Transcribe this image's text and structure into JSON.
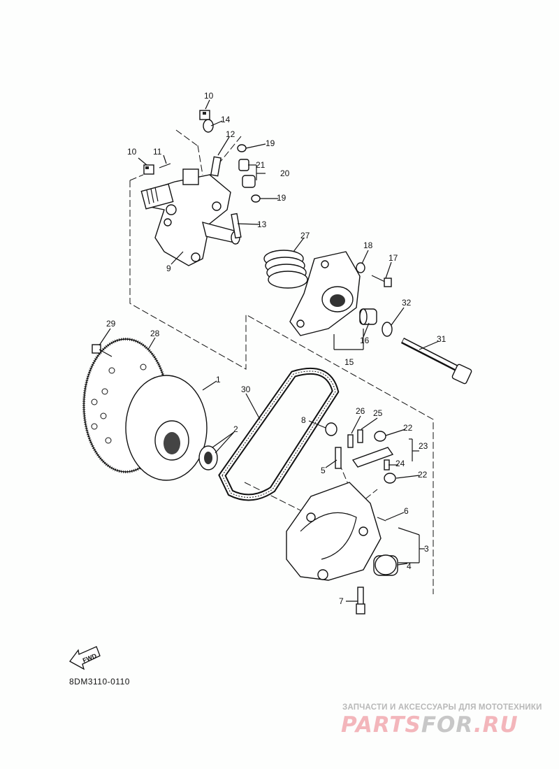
{
  "diagram": {
    "code": "8DM3110-0110",
    "fwd_label": "FWD",
    "callouts": {
      "c10a": "10",
      "c14": "14",
      "c12": "12",
      "c19a": "19",
      "c10b": "10",
      "c11": "11",
      "c21": "21",
      "c20": "20",
      "c19b": "19",
      "c13": "13",
      "c27": "27",
      "c18": "18",
      "c17": "17",
      "c9": "9",
      "c32": "32",
      "c29": "29",
      "c28": "28",
      "c16": "16",
      "c15": "15",
      "c31": "31",
      "c1": "1",
      "c30": "30",
      "c2": "2",
      "c8": "8",
      "c26": "26",
      "c25": "25",
      "c22a": "22",
      "c23": "23",
      "c24": "24",
      "c5": "5",
      "c22b": "22",
      "c6": "6",
      "c3": "3",
      "c4": "4",
      "c7": "7"
    }
  },
  "watermark": {
    "subtitle": "ЗАПЧАСТИ И АКСЕССУАРЫ ДЛЯ МОТОТЕХНИКИ",
    "logo_left": "PARTS",
    "logo_mid": "FOR",
    "logo_right": ".RU"
  }
}
